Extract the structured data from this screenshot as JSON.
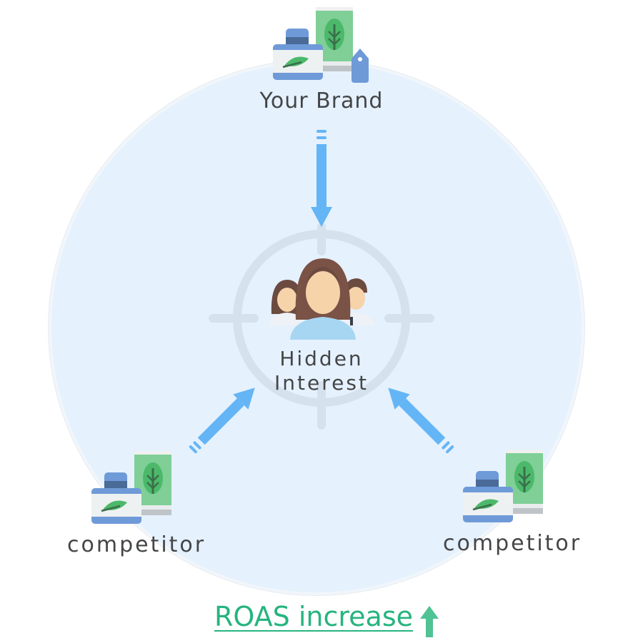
{
  "diagram": {
    "brand": {
      "label": "Your Brand",
      "icon": "product-bundle-icon"
    },
    "center": {
      "label_line1": "Hidden",
      "label_line2": "Interest",
      "icon": "audience-group-icon",
      "target_icon": "crosshair-target-icon"
    },
    "competitors": [
      {
        "label": "competitor",
        "icon": "product-bundle-icon"
      },
      {
        "label": "competitor",
        "icon": "product-bundle-icon"
      }
    ],
    "footer": {
      "label": "ROAS increase",
      "icon": "arrow-up-icon"
    },
    "colors": {
      "circle_fill": "#e5f1fd",
      "arrow": "#64b5f6",
      "target": "#d5e1ec",
      "text": "#444547",
      "roas_green": "#26b47f",
      "arrow_up_green": "#4fc394"
    }
  }
}
